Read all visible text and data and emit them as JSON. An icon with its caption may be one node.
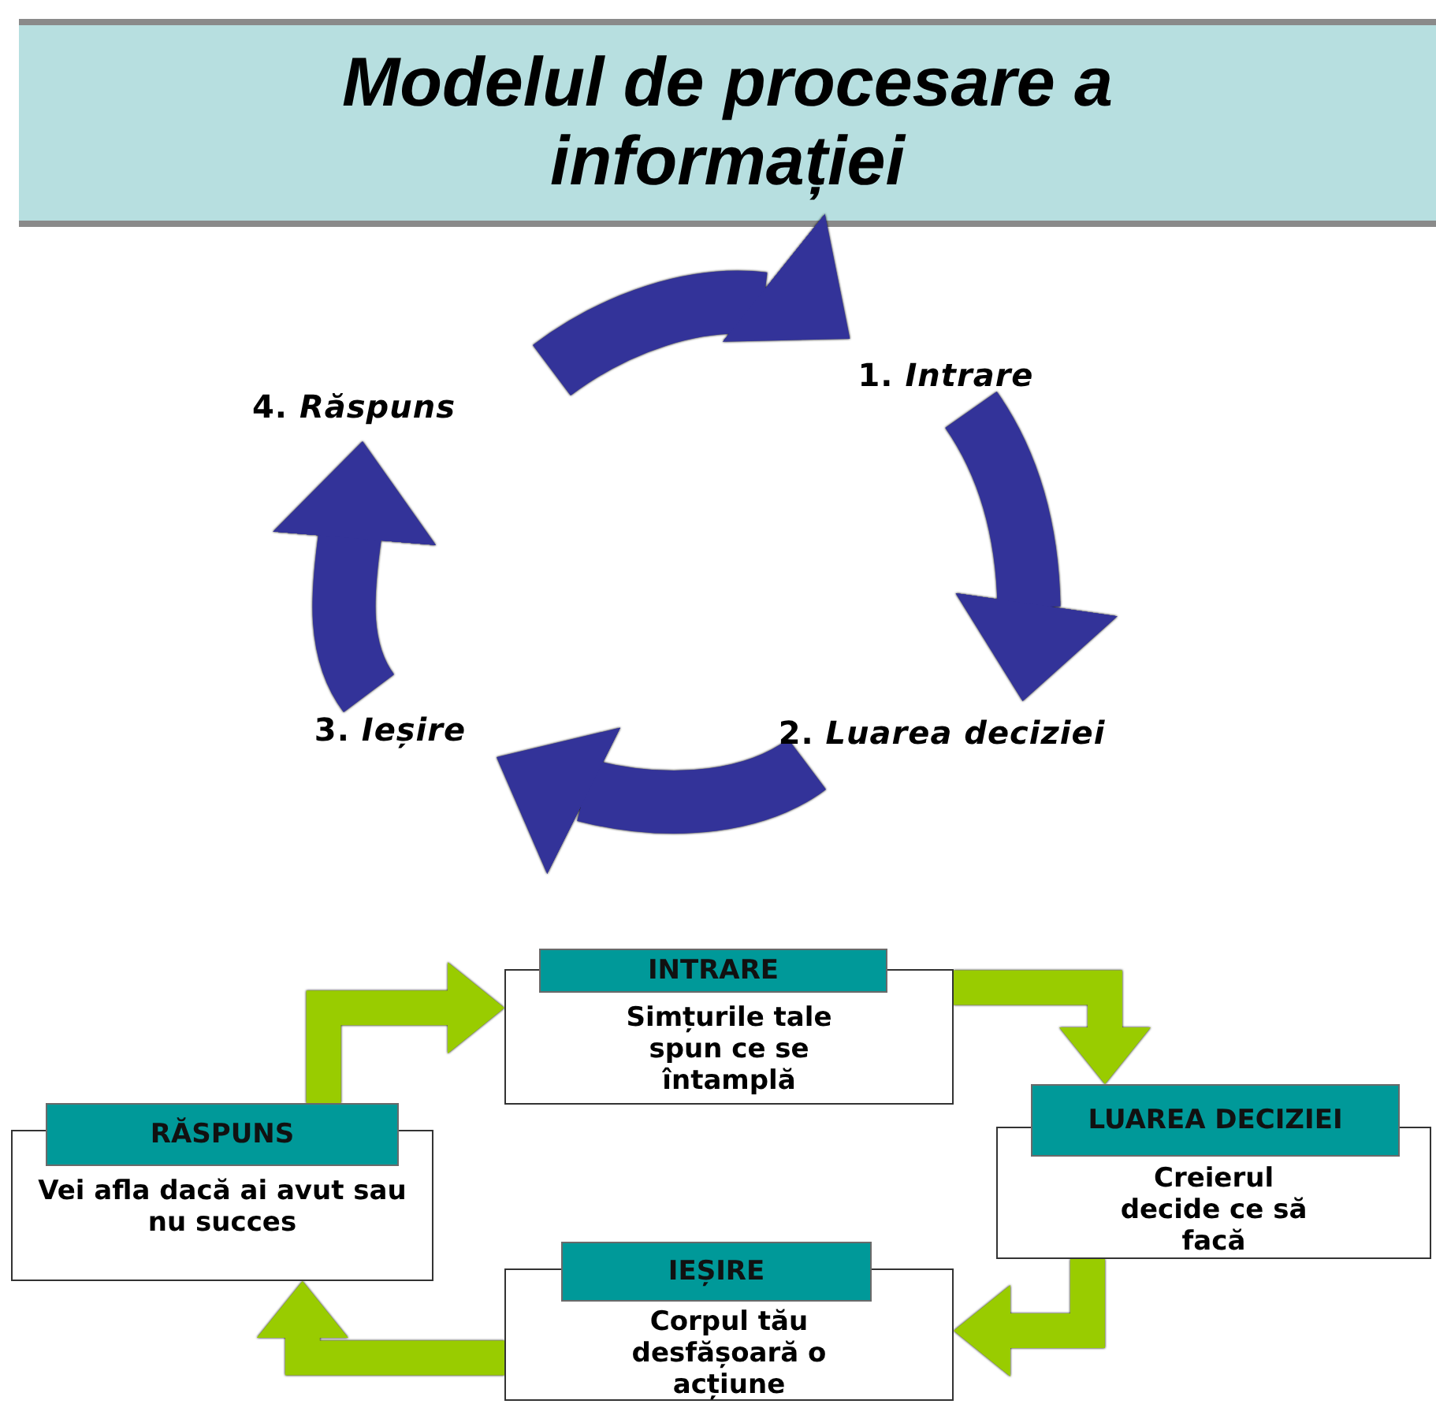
{
  "diagram": {
    "title": "Modelul de procesare a informației",
    "nodes": [
      {
        "text": [
          "1. *Intrare*"
        ]
      },
      {
        "text": [
          "2. *Luarea deciziei*"
        ]
      },
      {
        "text": [
          "3. *Ieșire*"
        ]
      },
      {
        "text": [
          "4. *Răspuns*"
        ]
      },
      {
        "text": [
          "INTRARE",
          "Simțurile tale spun ce se întamplă"
        ]
      },
      {
        "text": [
          "LUAREA DECIZIEI",
          "Creierul decide ce să facă"
        ]
      },
      {
        "text": [
          "IEȘIRE",
          "Corpul tău desfășoară o acțiune"
        ]
      },
      {
        "text": [
          "RĂSPUNS",
          "Vei afla dacă ai avut sau nu succes"
        ]
      }
    ],
    "edges": [
      {
        "from": 3,
        "to": 0,
        "arrow": "to",
        "color": "#333399"
      },
      {
        "from": 0,
        "to": 1,
        "arrow": "to",
        "color": "#333399"
      },
      {
        "from": 1,
        "to": 2,
        "arrow": "to",
        "color": "#333399"
      },
      {
        "from": 2,
        "to": 3,
        "arrow": "to",
        "color": "#333399"
      },
      {
        "from": 7,
        "to": 4,
        "arrow": "to",
        "color": "#99cc00"
      },
      {
        "from": 4,
        "to": 5,
        "arrow": "to",
        "color": "#99cc00"
      },
      {
        "from": 5,
        "to": 6,
        "arrow": "to",
        "color": "#99cc00"
      },
      {
        "from": 6,
        "to": 7,
        "arrow": "to",
        "color": "#99cc00"
      }
    ]
  }
}
